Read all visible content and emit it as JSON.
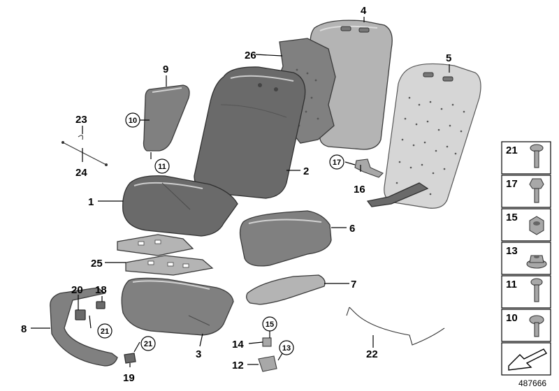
{
  "callouts": {
    "c1": "1",
    "c2": "2",
    "c3": "3",
    "c4": "4",
    "c5": "5",
    "c6": "6",
    "c7": "7",
    "c8": "8",
    "c9": "9",
    "c12": "12",
    "c14": "14",
    "c16": "16",
    "c18": "18",
    "c19": "19",
    "c20": "20",
    "c22": "22",
    "c23": "23",
    "c24": "24",
    "c25": "25",
    "c26": "26"
  },
  "circled": {
    "r10": "10",
    "r11": "11",
    "r13": "13",
    "r15": "15",
    "r17": "17",
    "r21a": "21",
    "r21b": "21"
  },
  "hardware_panel": [
    "21",
    "17",
    "15",
    "13",
    "11",
    "10"
  ],
  "doc_number": "487666"
}
